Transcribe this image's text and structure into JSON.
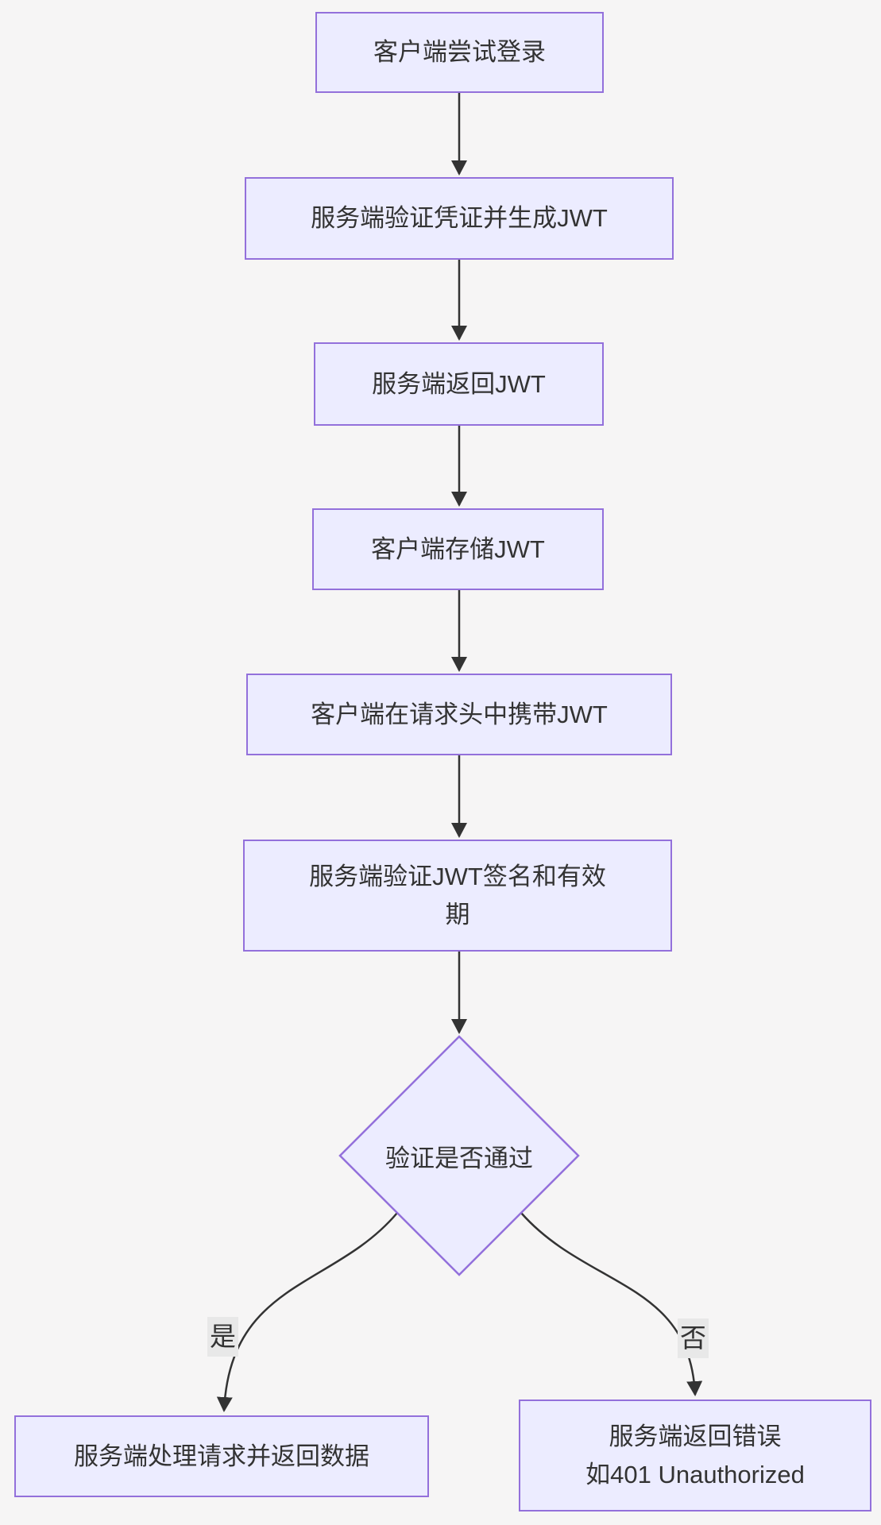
{
  "diagram": {
    "type": "flowchart",
    "direction": "top-down",
    "colors": {
      "background": "#f6f5f5",
      "node_fill": "#ececff",
      "node_border": "#9370db",
      "edge_color": "#333333",
      "edge_label_bg": "#e8e8e8",
      "text_color": "#333333"
    },
    "nodes": {
      "login": {
        "label": "客户端尝试登录",
        "shape": "rect"
      },
      "verify_credentials": {
        "label": "服务端验证凭证并生成JWT",
        "shape": "rect"
      },
      "return_jwt": {
        "label": "服务端返回JWT",
        "shape": "rect"
      },
      "store_jwt": {
        "label": "客户端存储JWT",
        "shape": "rect"
      },
      "carry_jwt": {
        "label": "客户端在请求头中携带JWT",
        "shape": "rect"
      },
      "verify_jwt": {
        "label": "服务端验证JWT签名和有效\n期",
        "shape": "rect"
      },
      "decision": {
        "label": "验证是否通过",
        "shape": "diamond"
      },
      "success": {
        "label": "服务端处理请求并返回数据",
        "shape": "rect"
      },
      "error": {
        "label": "服务端返回错误\n如401 Unauthorized",
        "shape": "rect"
      }
    },
    "edges": [
      {
        "from": "login",
        "to": "verify_credentials",
        "label": ""
      },
      {
        "from": "verify_credentials",
        "to": "return_jwt",
        "label": ""
      },
      {
        "from": "return_jwt",
        "to": "store_jwt",
        "label": ""
      },
      {
        "from": "store_jwt",
        "to": "carry_jwt",
        "label": ""
      },
      {
        "from": "carry_jwt",
        "to": "verify_jwt",
        "label": ""
      },
      {
        "from": "verify_jwt",
        "to": "decision",
        "label": ""
      },
      {
        "from": "decision",
        "to": "success",
        "label": "是"
      },
      {
        "from": "decision",
        "to": "error",
        "label": "否"
      }
    ],
    "edge_labels": {
      "yes": "是",
      "no": "否"
    }
  }
}
